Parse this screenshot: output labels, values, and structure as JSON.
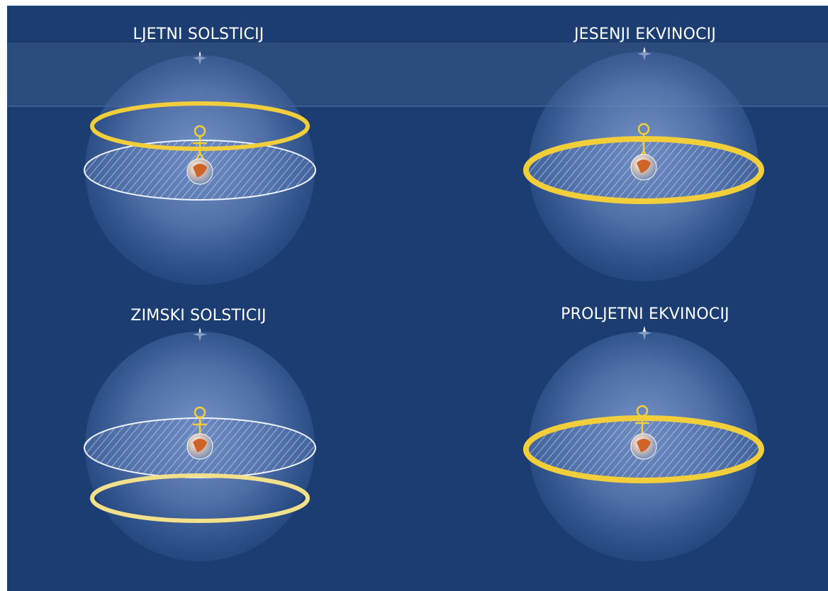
{
  "panels": [
    {
      "title": "LJETNI SOLSTICIJ",
      "sun_path_position": "above-horizon"
    },
    {
      "title": "JESENJI EKVINOCIJ",
      "sun_path_position": "on-horizon"
    },
    {
      "title": "ZIMSKI SOLSTICIJ",
      "sun_path_position": "below-horizon"
    },
    {
      "title": "PROLJETNI EKVINOCIJ",
      "sun_path_position": "on-horizon"
    }
  ],
  "colors": {
    "background": "#1b3d72",
    "sphere": "#6f8fc4",
    "sun_path": "#f2cf3a",
    "horizon_plane": "#c9d7ee",
    "observer": "#f2cf3a",
    "star": "#ffffff"
  }
}
